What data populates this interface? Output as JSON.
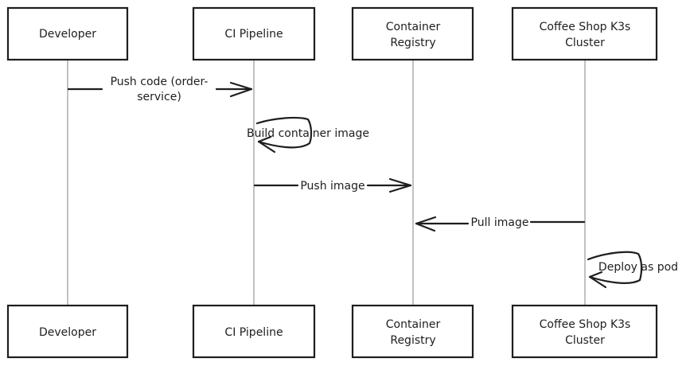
{
  "diagram": {
    "type": "sequence",
    "participants": [
      {
        "id": "dev",
        "label_lines": [
          "Developer"
        ]
      },
      {
        "id": "ci",
        "label_lines": [
          "CI Pipeline"
        ]
      },
      {
        "id": "reg",
        "label_lines": [
          "Container",
          "Registry"
        ]
      },
      {
        "id": "k3s",
        "label_lines": [
          "Coffee Shop K3s",
          "Cluster"
        ]
      }
    ],
    "messages": [
      {
        "from": "dev",
        "to": "ci",
        "label_lines": [
          "Push code (order-",
          "service)"
        ]
      },
      {
        "from": "ci",
        "to": "ci",
        "label_lines": [
          "Build container image"
        ]
      },
      {
        "from": "ci",
        "to": "reg",
        "label_lines": [
          "Push image"
        ]
      },
      {
        "from": "k3s",
        "to": "reg",
        "label_lines": [
          "Pull image"
        ]
      },
      {
        "from": "k3s",
        "to": "k3s",
        "label_lines": [
          "Deploy as pod"
        ]
      }
    ]
  }
}
